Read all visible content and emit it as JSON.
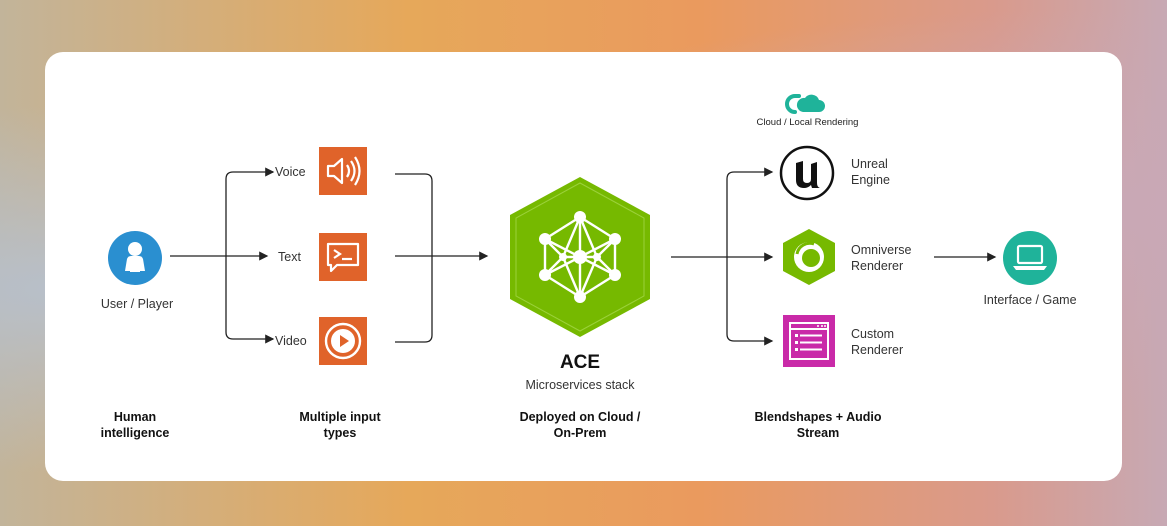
{
  "nodes": {
    "user": "User / Player",
    "voice": "Voice",
    "text": "Text",
    "video": "Video",
    "ace_title": "ACE",
    "ace_sub": "Microservices stack",
    "cloud_label": "Cloud / Local Rendering",
    "unreal_l1": "Unreal",
    "unreal_l2": "Engine",
    "omniverse_l1": "Omniverse",
    "omniverse_l2": "Renderer",
    "custom_l1": "Custom",
    "custom_l2": "Renderer",
    "interface": "Interface / Game"
  },
  "captions": {
    "c1_l1": "Human",
    "c1_l2": "intelligence",
    "c2_l1": "Multiple input",
    "c2_l2": "types",
    "c3_l1": "Deployed on Cloud /",
    "c3_l2": "On-Prem",
    "c4_l1": "Blendshapes + Audio",
    "c4_l2": "Stream"
  },
  "colors": {
    "user_blue": "#2a8fd0",
    "input_orange": "#e0632a",
    "ace_green": "#76b900",
    "omniverse_green": "#76b900",
    "custom_magenta": "#c92aa8",
    "cloud_teal": "#1fb39a",
    "interface_teal": "#1fb39a"
  },
  "icons": [
    "user-icon",
    "speaker-icon",
    "terminal-icon",
    "play-icon",
    "neural-network-icon",
    "cloud-icon",
    "unreal-logo-icon",
    "omniverse-logo-icon",
    "window-list-icon",
    "laptop-icon"
  ]
}
